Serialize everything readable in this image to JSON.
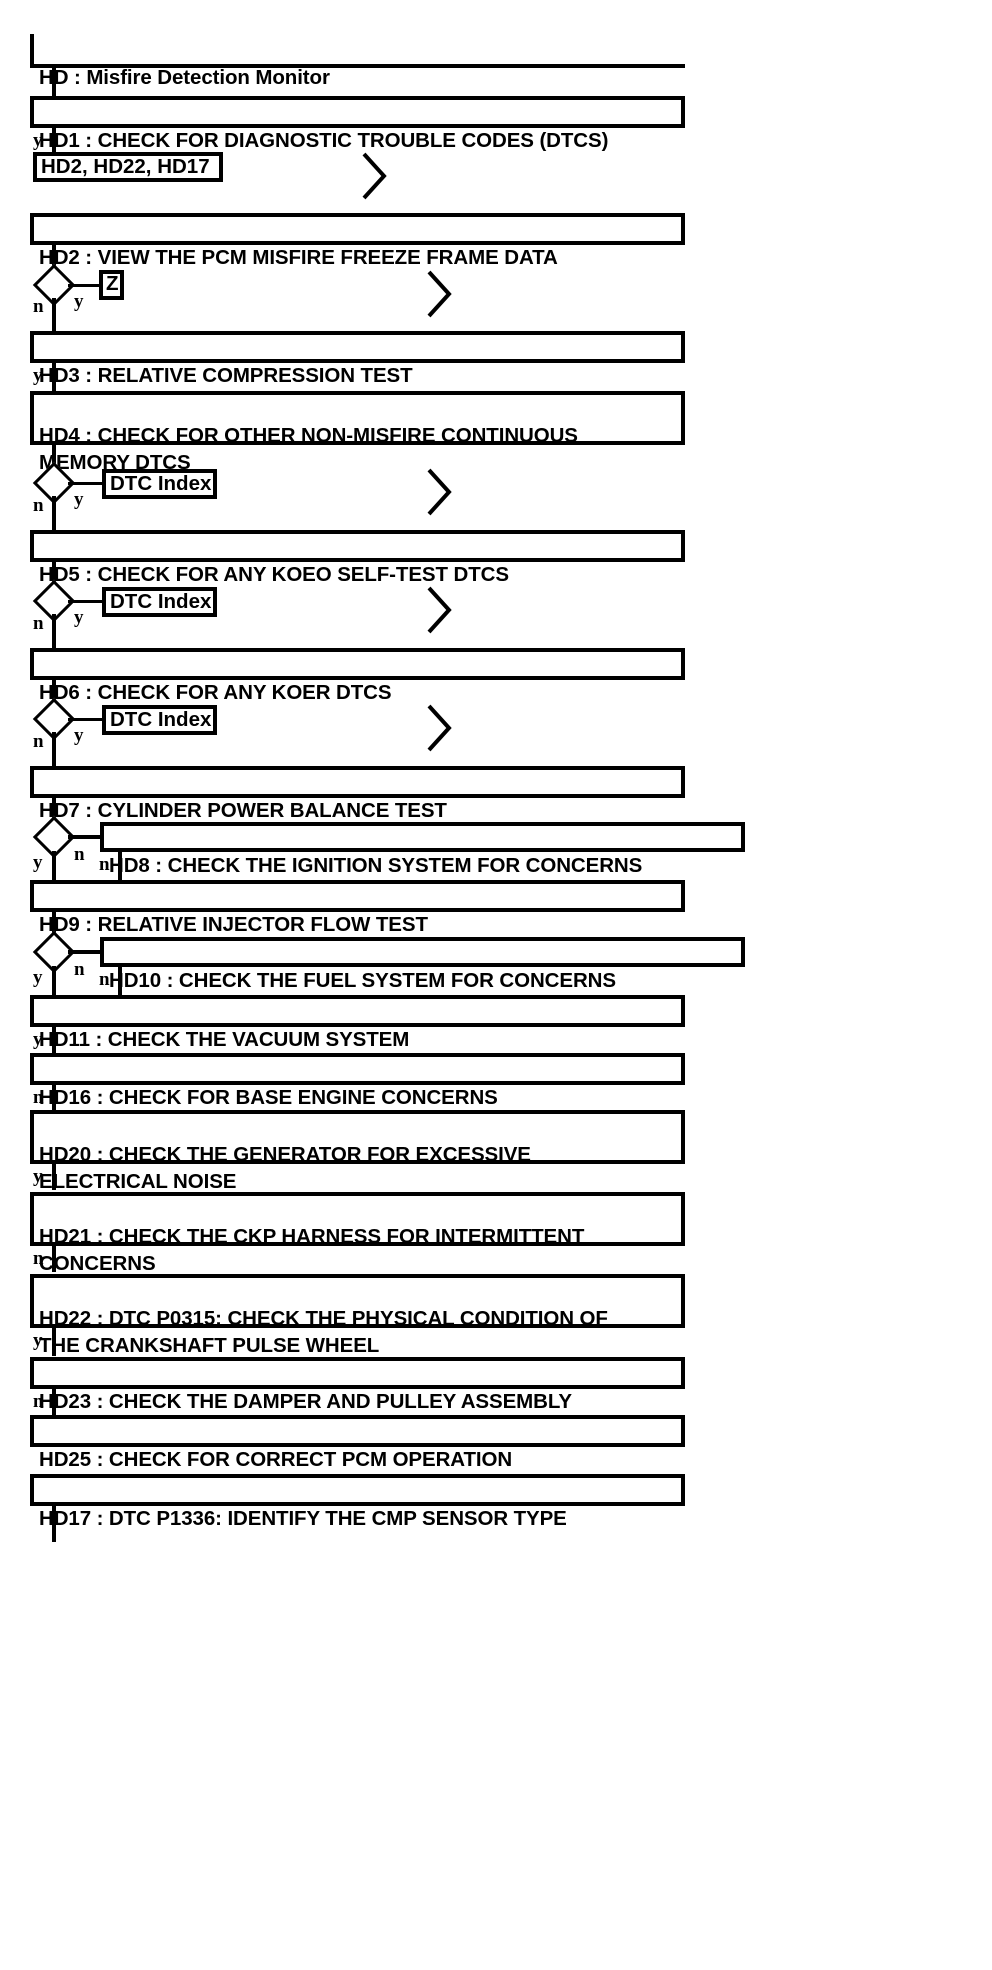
{
  "diagram": {
    "title": "HD : Misfire Detection Monitor",
    "type": "flowchart",
    "theme": {
      "line_color": "#000000",
      "background": "#ffffff",
      "text_color": "#000000"
    }
  },
  "nodes": {
    "title": "HD : Misfire Detection Monitor",
    "hd1": "HD1 : CHECK FOR DIAGNOSTIC TROUBLE CODES (DTCS)",
    "ref_hd2_hd22_hd17": "HD2, HD22, HD17",
    "hd2": "HD2 : VIEW THE PCM MISFIRE FREEZE FRAME DATA",
    "ref_z": "Z",
    "hd3": "HD3 : RELATIVE COMPRESSION TEST",
    "hd4": "HD4 : CHECK FOR OTHER NON-MISFIRE CONTINUOUS\nMEMORY DTCS",
    "ref_dtc_index_1": "DTC Index",
    "hd5": "HD5 : CHECK FOR ANY KOEO SELF-TEST DTCS",
    "ref_dtc_index_2": "DTC Index",
    "hd6": "HD6 : CHECK FOR ANY KOER DTCS",
    "ref_dtc_index_3": "DTC Index",
    "hd7": "HD7 : CYLINDER POWER BALANCE TEST",
    "hd8": "HD8 : CHECK THE IGNITION SYSTEM FOR CONCERNS",
    "hd9": "HD9 : RELATIVE INJECTOR FLOW TEST",
    "hd10": "HD10 : CHECK THE FUEL SYSTEM FOR CONCERNS",
    "hd11": "HD11 : CHECK THE VACUUM SYSTEM",
    "hd16": "HD16 : CHECK FOR BASE ENGINE CONCERNS",
    "hd20": "HD20 : CHECK THE GENERATOR FOR EXCESSIVE\nELECTRICAL NOISE",
    "hd21": "HD21 : CHECK THE CKP HARNESS FOR INTERMITTENT\nCONCERNS",
    "hd22": "HD22 : DTC P0315: CHECK THE PHYSICAL CONDITION OF\nTHE CRANKSHAFT PULSE WHEEL",
    "hd23": "HD23 : CHECK THE DAMPER AND PULLEY ASSEMBLY",
    "hd25": "HD25 : CHECK FOR CORRECT PCM OPERATION",
    "hd17": "HD17 : DTC P1336: IDENTIFY THE CMP SENSOR TYPE"
  },
  "branch_labels": {
    "hd1_y": "y",
    "hd2_n": "n",
    "hd2_y": "y",
    "hd3_y": "y",
    "hd4_n": "n",
    "hd4_y": "y",
    "hd5_n": "n",
    "hd5_y": "y",
    "hd6_n": "n",
    "hd6_y": "y",
    "hd7_y": "y",
    "hd7_n": "n",
    "hd8_n": "n",
    "hd9_y": "y",
    "hd9_n": "n",
    "hd10_n": "n",
    "hd11_y": "y",
    "hd16_n": "n",
    "hd20_y": "y",
    "hd21_n": "n",
    "hd22_y": "y",
    "hd23_n": "n"
  },
  "flow_edges": [
    {
      "from": "title",
      "to": "hd1",
      "label": ""
    },
    {
      "from": "hd1",
      "to": "ref_hd2_hd22_hd17",
      "label": "y"
    },
    {
      "from": "hd2",
      "to": "ref_z",
      "label": "y"
    },
    {
      "from": "hd2",
      "to": "hd3",
      "label": "n"
    },
    {
      "from": "hd3",
      "to": "hd4",
      "label": "y"
    },
    {
      "from": "hd4",
      "to": "ref_dtc_index_1",
      "label": "y"
    },
    {
      "from": "hd4",
      "to": "hd5",
      "label": "n"
    },
    {
      "from": "hd5",
      "to": "ref_dtc_index_2",
      "label": "y"
    },
    {
      "from": "hd5",
      "to": "hd6",
      "label": "n"
    },
    {
      "from": "hd6",
      "to": "ref_dtc_index_3",
      "label": "y"
    },
    {
      "from": "hd6",
      "to": "hd7",
      "label": "n"
    },
    {
      "from": "hd7",
      "to": "hd8",
      "label": "n"
    },
    {
      "from": "hd7",
      "to": "hd9",
      "label": "y"
    },
    {
      "from": "hd8",
      "to": "hd9",
      "label": "n"
    },
    {
      "from": "hd9",
      "to": "hd10",
      "label": "n"
    },
    {
      "from": "hd9",
      "to": "hd11",
      "label": "y"
    },
    {
      "from": "hd10",
      "to": "hd11",
      "label": "n"
    },
    {
      "from": "hd11",
      "to": "hd16",
      "label": "y"
    },
    {
      "from": "hd16",
      "to": "hd20",
      "label": "n"
    },
    {
      "from": "hd20",
      "to": "hd21",
      "label": "y"
    },
    {
      "from": "hd21",
      "to": "hd22",
      "label": "n"
    },
    {
      "from": "hd22",
      "to": "hd23",
      "label": "y"
    },
    {
      "from": "hd23",
      "to": "hd25",
      "label": "n"
    }
  ],
  "continuation_markers": [
    {
      "after": "ref_hd2_hd22_hd17",
      "glyph": "chevron-right"
    },
    {
      "after": "ref_z",
      "glyph": "chevron-right"
    },
    {
      "after": "ref_dtc_index_1",
      "glyph": "chevron-right"
    },
    {
      "after": "ref_dtc_index_2",
      "glyph": "chevron-right"
    },
    {
      "after": "ref_dtc_index_3",
      "glyph": "chevron-right"
    }
  ]
}
